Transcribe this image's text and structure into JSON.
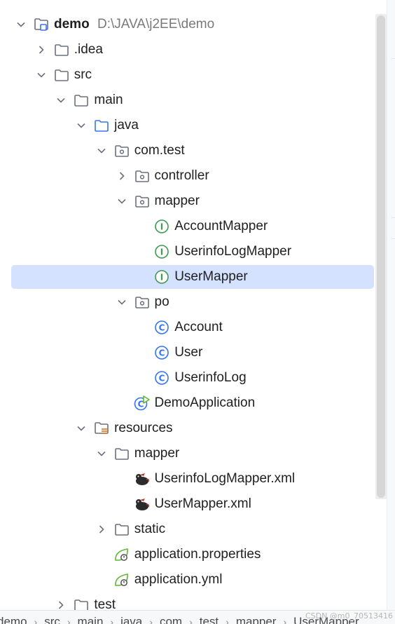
{
  "project": {
    "name": "demo",
    "path": "D:\\JAVA\\j2EE\\demo"
  },
  "tree": [
    {
      "label": "demo",
      "path": "D:\\JAVA\\j2EE\\demo",
      "icon": "module-folder-icon",
      "depth": 0,
      "chevron": "down"
    },
    {
      "label": ".idea",
      "icon": "folder-icon",
      "depth": 1,
      "chevron": "right"
    },
    {
      "label": "src",
      "icon": "folder-icon",
      "depth": 1,
      "chevron": "down"
    },
    {
      "label": "main",
      "icon": "folder-icon",
      "depth": 2,
      "chevron": "down"
    },
    {
      "label": "java",
      "icon": "source-folder-icon",
      "depth": 3,
      "chevron": "down"
    },
    {
      "label": "com.test",
      "icon": "package-icon",
      "depth": 4,
      "chevron": "down"
    },
    {
      "label": "controller",
      "icon": "package-icon",
      "depth": 5,
      "chevron": "right"
    },
    {
      "label": "mapper",
      "icon": "package-icon",
      "depth": 5,
      "chevron": "down"
    },
    {
      "label": "AccountMapper",
      "icon": "interface-icon",
      "depth": 6,
      "chevron": "none"
    },
    {
      "label": "UserinfoLogMapper",
      "icon": "interface-icon",
      "depth": 6,
      "chevron": "none"
    },
    {
      "label": "UserMapper",
      "icon": "interface-icon",
      "depth": 6,
      "chevron": "none",
      "selected": true
    },
    {
      "label": "po",
      "icon": "package-icon",
      "depth": 5,
      "chevron": "down"
    },
    {
      "label": "Account",
      "icon": "class-icon",
      "depth": 6,
      "chevron": "none"
    },
    {
      "label": "User",
      "icon": "class-icon",
      "depth": 6,
      "chevron": "none"
    },
    {
      "label": "UserinfoLog",
      "icon": "class-icon",
      "depth": 6,
      "chevron": "none"
    },
    {
      "label": "DemoApplication",
      "icon": "spring-boot-app-icon",
      "depth": 5,
      "chevron": "none"
    },
    {
      "label": "resources",
      "icon": "resources-folder-icon",
      "depth": 3,
      "chevron": "down"
    },
    {
      "label": "mapper",
      "icon": "folder-icon",
      "depth": 4,
      "chevron": "down"
    },
    {
      "label": "UserinfoLogMapper.xml",
      "icon": "mybatis-xml-icon",
      "depth": 5,
      "chevron": "none"
    },
    {
      "label": "UserMapper.xml",
      "icon": "mybatis-xml-icon",
      "depth": 5,
      "chevron": "none"
    },
    {
      "label": "static",
      "icon": "folder-icon",
      "depth": 4,
      "chevron": "right"
    },
    {
      "label": "application.properties",
      "icon": "spring-config-icon",
      "depth": 4,
      "chevron": "none"
    },
    {
      "label": "application.yml",
      "icon": "spring-config-icon",
      "depth": 4,
      "chevron": "none"
    },
    {
      "label": "test",
      "icon": "folder-icon",
      "depth": 2,
      "chevron": "right"
    }
  ],
  "breadcrumb": [
    "demo",
    "src",
    "main",
    "java",
    "com",
    "test",
    "mapper",
    "UserMapper"
  ],
  "watermark": "CSDN @m0_70513416",
  "colors": {
    "selection": "#d4e2ff",
    "interface_icon": "#3d9a50",
    "class_icon": "#3574f0",
    "folder_stroke": "#6c707e",
    "source_folder_stroke": "#3574f0",
    "spring_green": "#5fb832"
  }
}
